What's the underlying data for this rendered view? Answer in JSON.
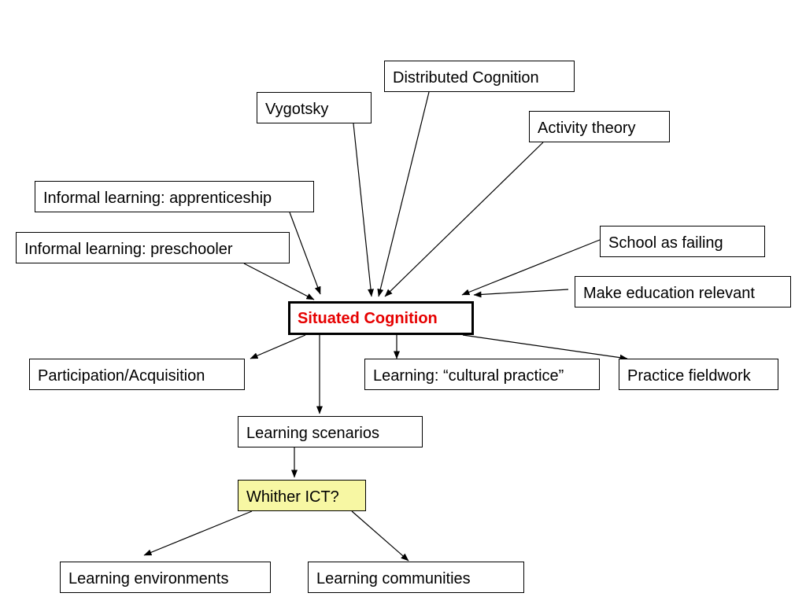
{
  "colors": {
    "central_text": "#e60000",
    "question_fill": "#f7f7a3",
    "line": "#000000"
  },
  "nodes": {
    "distributed_cognition": "Distributed Cognition",
    "vygotsky": "Vygotsky",
    "activity_theory": "Activity theory",
    "informal_apprenticeship": "Informal learning: apprenticeship",
    "informal_preschooler": "Informal learning: preschooler",
    "school_failing": "School as failing",
    "make_relevant": "Make education relevant",
    "situated_cognition": "Situated Cognition",
    "participation_acquisition": "Participation/Acquisition",
    "cultural_practice": "Learning: “cultural practice”",
    "practice_fieldwork": "Practice fieldwork",
    "learning_scenarios": "Learning scenarios",
    "whither_ict": "Whither ICT?",
    "learning_environments": "Learning environments",
    "learning_communities": "Learning communities"
  },
  "edges": [
    {
      "from": "distributed_cognition",
      "to": "situated_cognition"
    },
    {
      "from": "vygotsky",
      "to": "situated_cognition"
    },
    {
      "from": "activity_theory",
      "to": "situated_cognition"
    },
    {
      "from": "informal_apprenticeship",
      "to": "situated_cognition"
    },
    {
      "from": "informal_preschooler",
      "to": "situated_cognition"
    },
    {
      "from": "school_failing",
      "to": "situated_cognition"
    },
    {
      "from": "make_relevant",
      "to": "situated_cognition"
    },
    {
      "from": "situated_cognition",
      "to": "participation_acquisition"
    },
    {
      "from": "situated_cognition",
      "to": "cultural_practice"
    },
    {
      "from": "situated_cognition",
      "to": "practice_fieldwork"
    },
    {
      "from": "situated_cognition",
      "to": "learning_scenarios"
    },
    {
      "from": "learning_scenarios",
      "to": "whither_ict"
    },
    {
      "from": "whither_ict",
      "to": "learning_environments"
    },
    {
      "from": "whither_ict",
      "to": "learning_communities"
    }
  ]
}
